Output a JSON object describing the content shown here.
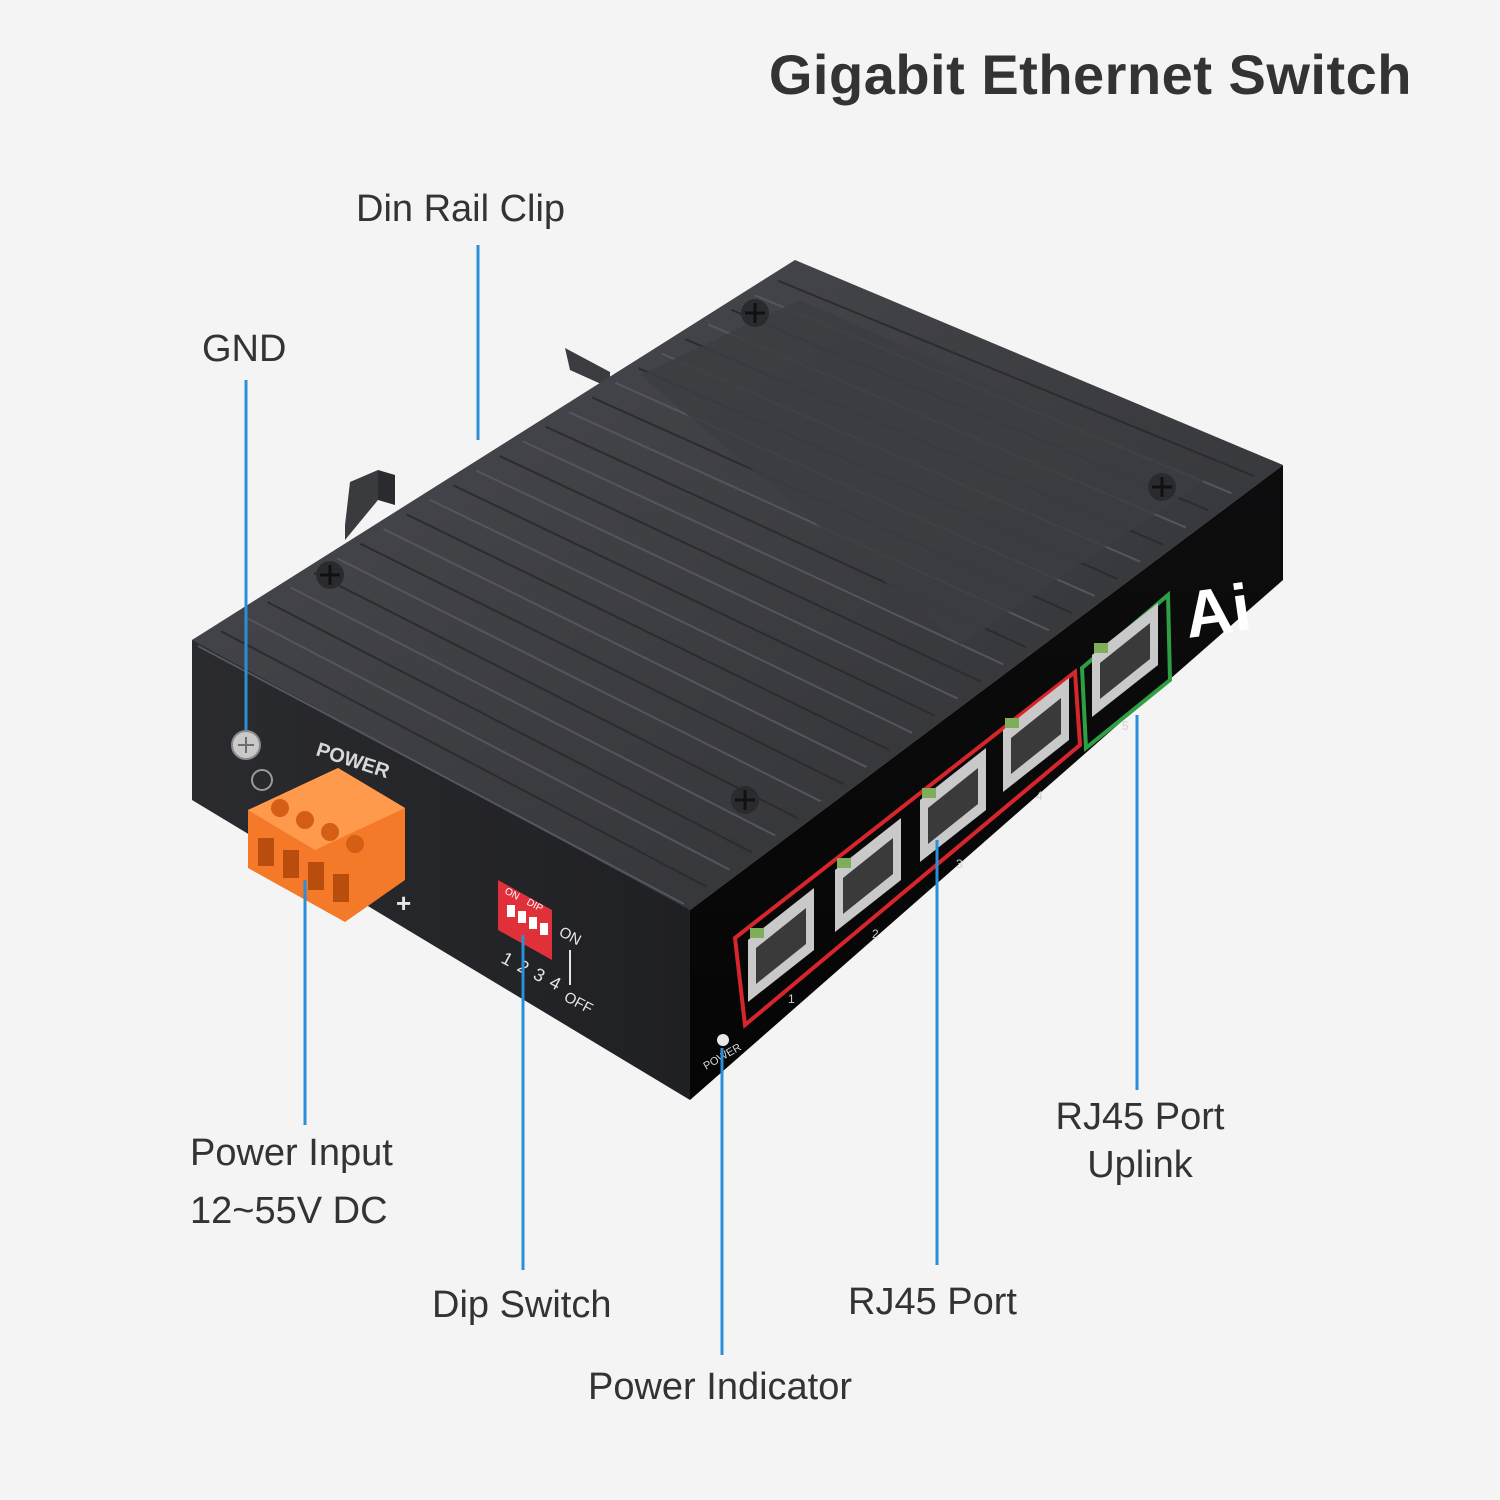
{
  "title": "Gigabit Ethernet Switch",
  "callouts": {
    "din_rail_clip": "Din Rail Clip",
    "gnd": "GND",
    "power_input": "Power Input",
    "power_voltage": "12~55V DC",
    "dip_switch": "Dip Switch",
    "power_indicator": "Power Indicator",
    "rj45_port": "RJ45 Port",
    "rj45_uplink_line1": "RJ45 Port",
    "rj45_uplink_line2": "Uplink"
  },
  "device": {
    "logo": "Ai",
    "power_terminal_label": "POWER",
    "terminal_polarity": "+",
    "dip_header_on": "ON",
    "dip_header_dip": "DIP",
    "dip_numbers": [
      "1",
      "2",
      "3",
      "4"
    ],
    "dip_on": "ON",
    "dip_off": "OFF",
    "power_led_label": "POWER",
    "port_numbers": [
      "1",
      "2",
      "3",
      "4",
      "5"
    ]
  },
  "colors": {
    "leader_line": "#2d8ed8",
    "poe_port_frame": "#d7262b",
    "uplink_port_frame": "#2ea043",
    "terminal_block": "#f47a2a",
    "dip_switch_body": "#e0303a"
  }
}
